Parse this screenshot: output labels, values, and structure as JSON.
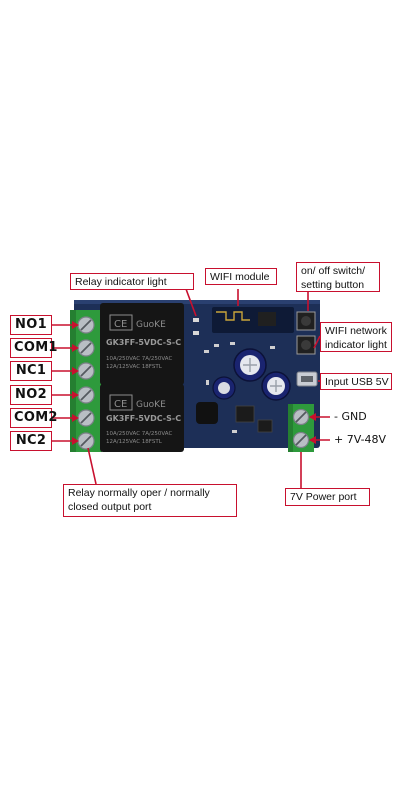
{
  "ports_left": [
    "NO1",
    "COM1",
    "NC1",
    "NO2",
    "COM2",
    "NC2"
  ],
  "callouts": {
    "relay_indicator": "Relay indicator light",
    "wifi_module": "WIFI module",
    "switch_line1": "on/ off switch/",
    "switch_line2": "setting button",
    "wifi_ind_line1": "WIFI network",
    "wifi_ind_line2": "indicator light",
    "usb": "Input USB 5V",
    "relay_port_line1": "Relay normally oper / normally",
    "relay_port_line2": "closed output port",
    "power_port": "7V Power port"
  },
  "power_labels": {
    "gnd": "- GND",
    "vin": "+ 7V-48V"
  },
  "relay_markings": {
    "brand": "GuoKE",
    "model": "GK3FF-5VDC-S-C",
    "rating1": "10A/250VAC  7A/250VAC",
    "rating2": "12A/125VAC  18FSTL"
  },
  "colors": {
    "callout_border": "#c8102e",
    "pcb": "#1d2f57",
    "relay": "#151515",
    "terminal": "#2e9a3c"
  }
}
